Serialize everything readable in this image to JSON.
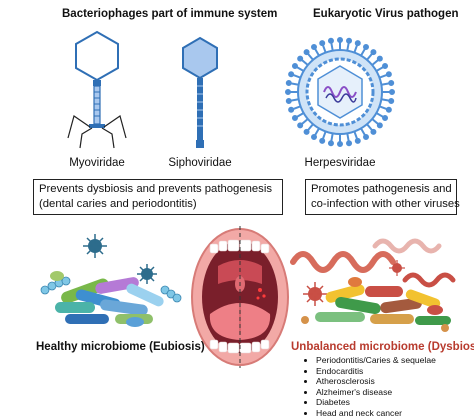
{
  "left_panel": {
    "title": "Bacteriophages part of immune system",
    "viruses": [
      {
        "name": "Myoviridae",
        "icon": "myoviridae-phage-icon"
      },
      {
        "name": "Siphoviridae",
        "icon": "siphoviridae-phage-icon"
      }
    ],
    "effect_lines": [
      "Prevents dysbiosis and prevents pathogenesis",
      "(dental caries and periodontitis)"
    ]
  },
  "right_panel": {
    "title": "Eukaryotic Virus pathogen",
    "virus": {
      "name": "Herpesviridae",
      "icon": "herpesvirus-icon"
    },
    "effect_lines": [
      "Promotes pathogenesis and",
      "co-infection with other viruses"
    ]
  },
  "bottom": {
    "healthy_label": "Healthy microbiome (Eubiosis)",
    "dysbiosis_title": "Unbalanced microbiome (Dysbiosis)",
    "dysbiosis_conditions": [
      "Periodontitis/Caries & sequelae",
      "Endocarditis",
      "Atherosclerosis",
      "Alzheimer's disease",
      "Diabetes",
      "Head and neck cancer"
    ],
    "icons": [
      "healthy-bacteria-cluster-icon",
      "open-mouth-icon",
      "dysbiotic-bacteria-cluster-icon"
    ]
  },
  "colors": {
    "phage_blue": "#2f6fb5",
    "phage_light": "#a9c8ee",
    "herpes_blue": "#4f8fd6",
    "dysbiosis_red": "#b83b2e"
  }
}
